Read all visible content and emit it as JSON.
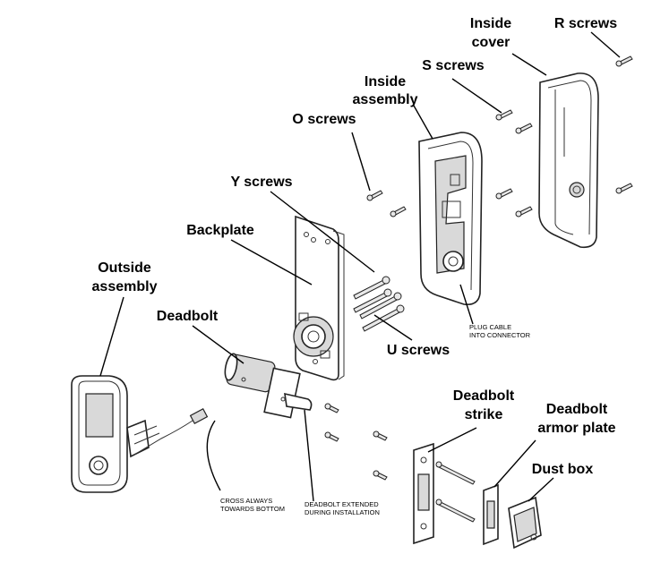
{
  "labels": {
    "inside_cover": [
      "Inside",
      "cover"
    ],
    "r_screws": "R screws",
    "s_screws": "S screws",
    "inside_assembly": [
      "Inside",
      "assembly"
    ],
    "o_screws": "O screws",
    "y_screws": "Y screws",
    "backplate": "Backplate",
    "outside_assembly": [
      "Outside",
      "assembly"
    ],
    "deadbolt": "Deadbolt",
    "u_screws": "U screws",
    "deadbolt_strike": [
      "Deadbolt",
      "strike"
    ],
    "deadbolt_armor_plate": [
      "Deadbolt",
      "armor plate"
    ],
    "dust_box": "Dust box"
  },
  "notes": {
    "plug_cable": [
      "PLUG CABLE",
      "INTO CONNECTOR"
    ],
    "cross_always": [
      "CROSS ALWAYS",
      "TOWARDS BOTTOM"
    ],
    "deadbolt_extended": [
      "DEADBOLT EXTENDED",
      "DURING INSTALLATION"
    ]
  }
}
